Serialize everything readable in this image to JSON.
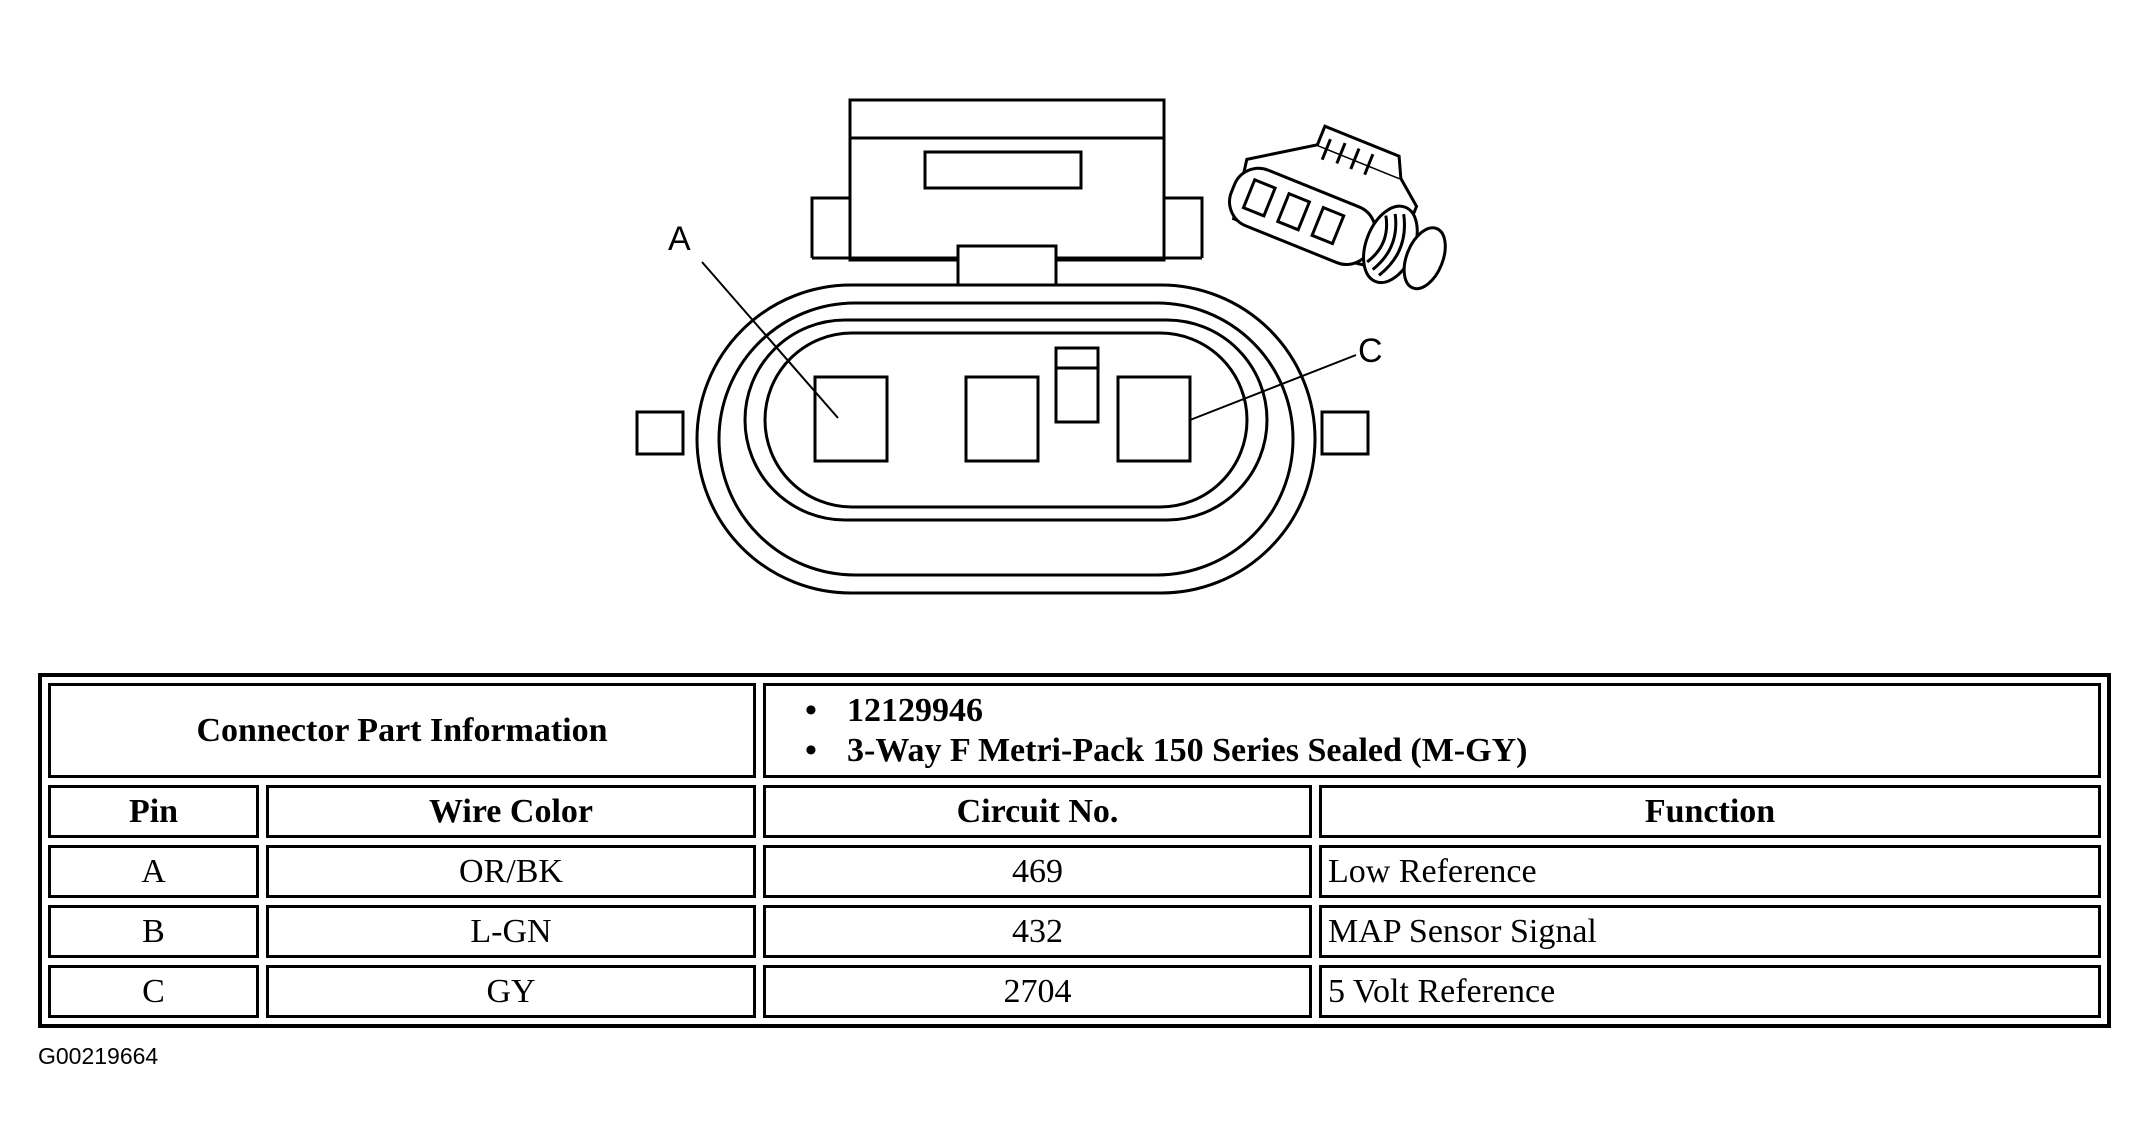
{
  "diagram": {
    "pin_labels": [
      "A",
      "C"
    ]
  },
  "connector_info": {
    "label": "Connector Part Information",
    "items": [
      "12129946",
      "3-Way F Metri-Pack 150 Series Sealed (M-GY)"
    ]
  },
  "table": {
    "headers": {
      "pin": "Pin",
      "wire_color": "Wire Color",
      "circuit": "Circuit No.",
      "function": "Function"
    },
    "rows": [
      {
        "pin": "A",
        "wire_color": "OR/BK",
        "circuit": "469",
        "function": "Low Reference"
      },
      {
        "pin": "B",
        "wire_color": "L-GN",
        "circuit": "432",
        "function": "MAP Sensor Signal"
      },
      {
        "pin": "C",
        "wire_color": "GY",
        "circuit": "2704",
        "function": "5 Volt Reference"
      }
    ]
  },
  "figure_id": "G00219664"
}
